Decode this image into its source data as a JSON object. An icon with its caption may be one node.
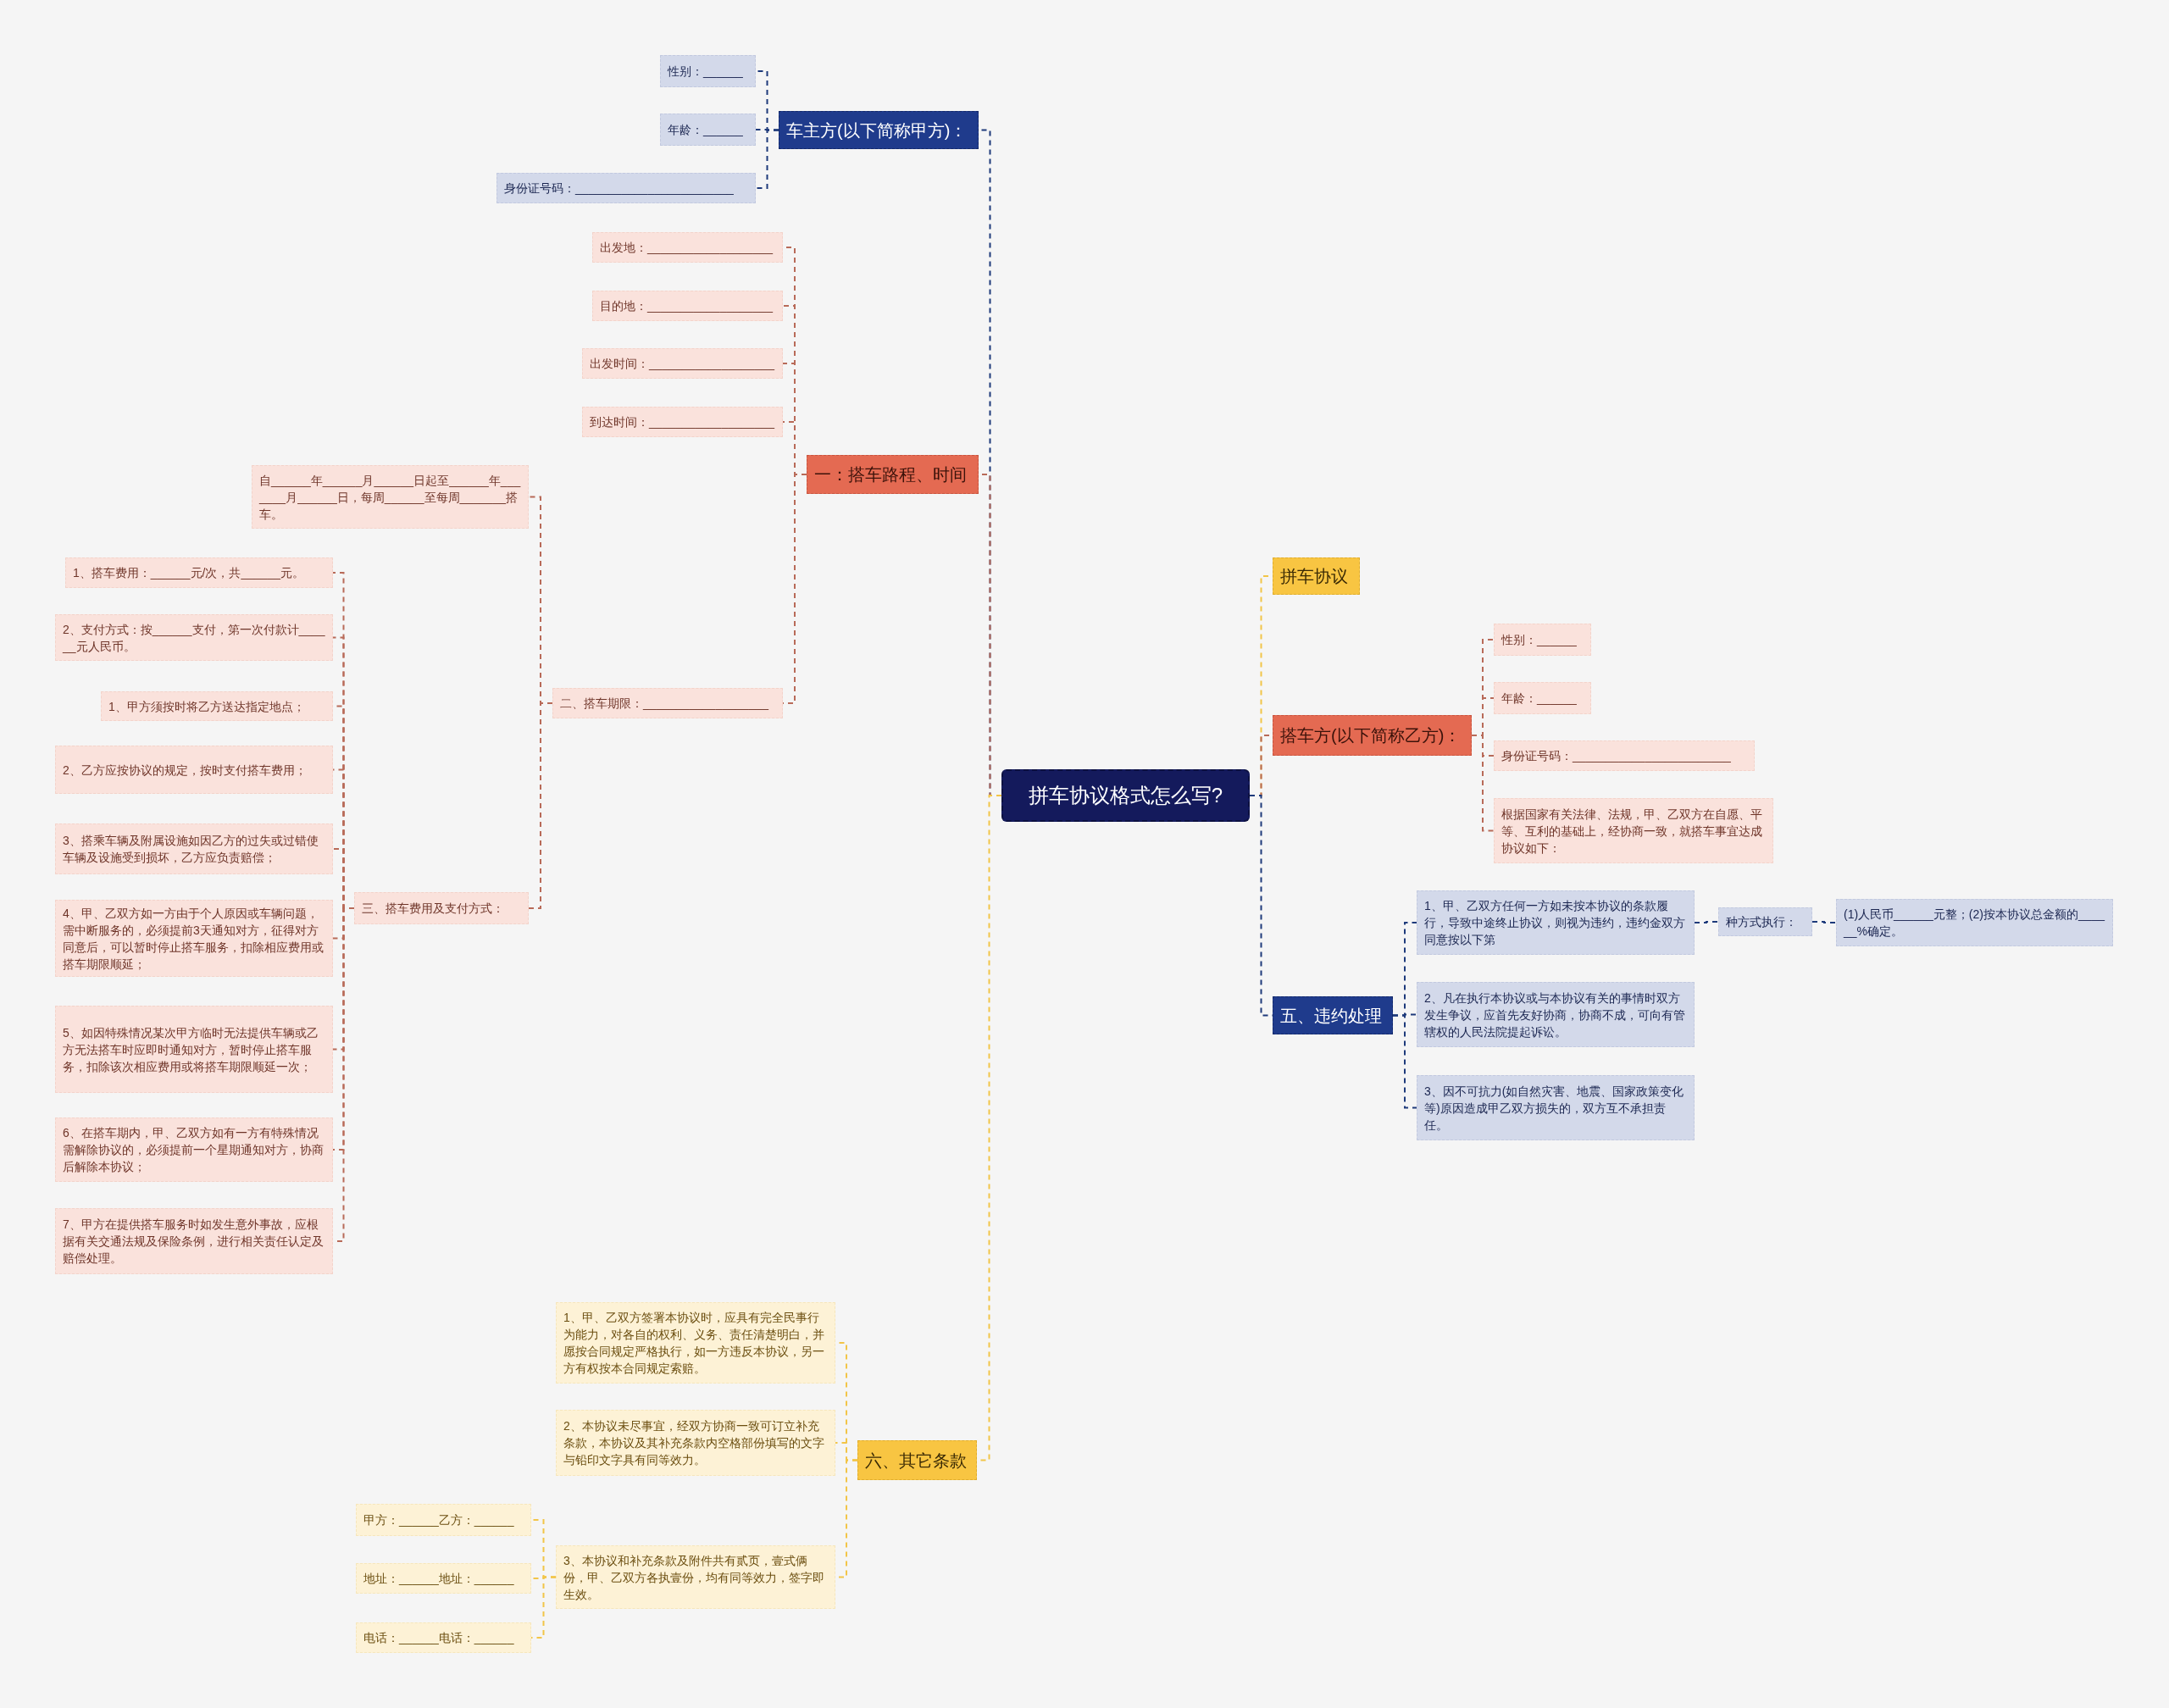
{
  "diagram": {
    "nodes": [
      {
        "text": [
          "拼车协议格式怎么写?"
        ]
      },
      {
        "text": [
          "车主方(以下简称甲方)："
        ]
      },
      {
        "text": [
          "性别：______"
        ]
      },
      {
        "text": [
          "年龄：______"
        ]
      },
      {
        "text": [
          "身份证号码：________________________"
        ]
      },
      {
        "text": [
          "一：搭车路程、时间"
        ]
      },
      {
        "text": [
          "出发地：___________________"
        ]
      },
      {
        "text": [
          "目的地：___________________"
        ]
      },
      {
        "text": [
          "出发时间：___________________"
        ]
      },
      {
        "text": [
          "到达时间：___________________"
        ]
      },
      {
        "text": [
          "二、搭车期限：___________________"
        ]
      },
      {
        "text": [
          "自______年______月______日起至______年_______月______日，每周______至每周_______搭车。"
        ]
      },
      {
        "text": [
          "三、搭车费用及支付方式："
        ]
      },
      {
        "text": [
          "1、搭车费用：______元/次，共______元。"
        ]
      },
      {
        "text": [
          "2、支付方式：按______支付，第一次付款计______元人民币。"
        ]
      },
      {
        "text": [
          "1、甲方须按时将乙方送达指定地点；"
        ]
      },
      {
        "text": [
          "2、乙方应按协议的规定，按时支付搭车费用；"
        ]
      },
      {
        "text": [
          "3、搭乘车辆及附属设施如因乙方的过失或过错使车辆及设施受到损坏，乙方应负责赔偿；"
        ]
      },
      {
        "text": [
          "4、甲、乙双方如一方由于个人原因或车辆问题，需中断服务的，必须提前3天通知对方，征得对方同意后，可以暂时停止搭车服务，扣除相应费用或搭车期限顺延；"
        ]
      },
      {
        "text": [
          "5、如因特殊情况某次甲方临时无法提供车辆或乙方无法搭车时应即时通知对方，暂时停止搭车服务，扣除该次相应费用或将搭车期限顺延一次；"
        ]
      },
      {
        "text": [
          "6、在搭车期内，甲、乙双方如有一方有特殊情况需解除协议的，必须提前一个星期通知对方，协商后解除本协议；"
        ]
      },
      {
        "text": [
          "7、甲方在提供搭车服务时如发生意外事故，应根据有关交通法规及保险条例，进行相关责任认定及赔偿处理。"
        ]
      },
      {
        "text": [
          "六、其它条款"
        ]
      },
      {
        "text": [
          "1、甲、乙双方签署本协议时，应具有完全民事行为能力，对各自的权利、义务、责任清楚明白，并愿按合同规定严格执行，如一方违反本协议，另一方有权按本合同规定索赔。"
        ]
      },
      {
        "text": [
          "2、本协议未尽事宜，经双方协商一致可订立补充条款，本协议及其补充条款内空格部份填写的文字与铅印文字具有同等效力。"
        ]
      },
      {
        "text": [
          "3、本协议和补充条款及附件共有贰页，壹式俩份，甲、乙双方各执壹份，均有同等效力，签字即生效。"
        ]
      },
      {
        "text": [
          "甲方：______乙方：______"
        ]
      },
      {
        "text": [
          "地址：______地址：______"
        ]
      },
      {
        "text": [
          "电话：______电话：______"
        ]
      },
      {
        "text": [
          "拼车协议"
        ]
      },
      {
        "text": [
          "搭车方(以下简称乙方)："
        ]
      },
      {
        "text": [
          "性别：______"
        ]
      },
      {
        "text": [
          "年龄：______"
        ]
      },
      {
        "text": [
          "身份证号码：________________________"
        ]
      },
      {
        "text": [
          "根据国家有关法律、法规，甲、乙双方在自愿、平等、互利的基础上，经协商一致，就搭车事宜达成协议如下："
        ]
      },
      {
        "text": [
          "五、违约处理"
        ]
      },
      {
        "text": [
          "1、甲、乙双方任何一方如未按本协议的条款履行，导致中途终止协议，则视为违约，违约金双方同意按以下第"
        ]
      },
      {
        "text": [
          "种方式执行："
        ]
      },
      {
        "text": [
          "(1)人民币______元整；(2)按本协议总金额的______%确定。"
        ]
      },
      {
        "text": [
          "2、凡在执行本协议或与本协议有关的事情时双方发生争议，应首先友好协商，协商不成，可向有管辖权的人民法院提起诉讼。"
        ]
      },
      {
        "text": [
          "3、因不可抗力(如自然灾害、地震、国家政策变化等)原因造成甲乙双方损失的，双方互不承担责任。"
        ]
      }
    ],
    "edges": [
      {
        "from": 0,
        "to": 1,
        "arrow": "none",
        "color": "#1e3a7b"
      },
      {
        "from": 1,
        "to": 2,
        "arrow": "none",
        "color": "#1e3a7b"
      },
      {
        "from": 1,
        "to": 3,
        "arrow": "none",
        "color": "#1e3a7b"
      },
      {
        "from": 1,
        "to": 4,
        "arrow": "none",
        "color": "#1e3a7b"
      },
      {
        "from": 0,
        "to": 5,
        "arrow": "none",
        "color": "#b86a58"
      },
      {
        "from": 5,
        "to": 6,
        "arrow": "none",
        "color": "#b86a58"
      },
      {
        "from": 5,
        "to": 7,
        "arrow": "none",
        "color": "#b86a58"
      },
      {
        "from": 5,
        "to": 8,
        "arrow": "none",
        "color": "#b86a58"
      },
      {
        "from": 5,
        "to": 9,
        "arrow": "none",
        "color": "#b86a58"
      },
      {
        "from": 5,
        "to": 10,
        "arrow": "none",
        "color": "#b86a58"
      },
      {
        "from": 10,
        "to": 11,
        "arrow": "none",
        "color": "#b86a58"
      },
      {
        "from": 10,
        "to": 12,
        "arrow": "none",
        "color": "#b86a58"
      },
      {
        "from": 12,
        "to": 13,
        "arrow": "none",
        "color": "#b86a58"
      },
      {
        "from": 12,
        "to": 14,
        "arrow": "none",
        "color": "#b86a58"
      },
      {
        "from": 12,
        "to": 15,
        "arrow": "none",
        "color": "#b86a58"
      },
      {
        "from": 12,
        "to": 16,
        "arrow": "none",
        "color": "#b86a58"
      },
      {
        "from": 12,
        "to": 17,
        "arrow": "none",
        "color": "#b86a58"
      },
      {
        "from": 12,
        "to": 18,
        "arrow": "none",
        "color": "#b86a58"
      },
      {
        "from": 12,
        "to": 19,
        "arrow": "none",
        "color": "#b86a58"
      },
      {
        "from": 12,
        "to": 20,
        "arrow": "none",
        "color": "#b86a58"
      },
      {
        "from": 12,
        "to": 21,
        "arrow": "none",
        "color": "#b86a58"
      },
      {
        "from": 0,
        "to": 22,
        "arrow": "none",
        "color": "#f2c548"
      },
      {
        "from": 22,
        "to": 23,
        "arrow": "none",
        "color": "#f2c548"
      },
      {
        "from": 22,
        "to": 24,
        "arrow": "none",
        "color": "#f2c548"
      },
      {
        "from": 22,
        "to": 25,
        "arrow": "none",
        "color": "#f2c548"
      },
      {
        "from": 25,
        "to": 26,
        "arrow": "none",
        "color": "#f2c548"
      },
      {
        "from": 25,
        "to": 27,
        "arrow": "none",
        "color": "#f2c548"
      },
      {
        "from": 25,
        "to": 28,
        "arrow": "none",
        "color": "#f2c548"
      },
      {
        "from": 0,
        "to": 29,
        "arrow": "none",
        "color": "#f2c548"
      },
      {
        "from": 0,
        "to": 30,
        "arrow": "none",
        "color": "#b86a58"
      },
      {
        "from": 30,
        "to": 31,
        "arrow": "none",
        "color": "#b86a58"
      },
      {
        "from": 30,
        "to": 32,
        "arrow": "none",
        "color": "#b86a58"
      },
      {
        "from": 30,
        "to": 33,
        "arrow": "none",
        "color": "#b86a58"
      },
      {
        "from": 30,
        "to": 34,
        "arrow": "none",
        "color": "#b86a58"
      },
      {
        "from": 0,
        "to": 35,
        "arrow": "none",
        "color": "#1e3a7b"
      },
      {
        "from": 35,
        "to": 36,
        "arrow": "none",
        "color": "#1e3a7b"
      },
      {
        "from": 36,
        "to": 37,
        "arrow": "none",
        "color": "#1e3a7b"
      },
      {
        "from": 37,
        "to": 38,
        "arrow": "none",
        "color": "#1e3a7b"
      },
      {
        "from": 35,
        "to": 39,
        "arrow": "none",
        "color": "#1e3a7b"
      },
      {
        "from": 35,
        "to": 40,
        "arrow": "none",
        "color": "#1e3a7b"
      }
    ]
  }
}
